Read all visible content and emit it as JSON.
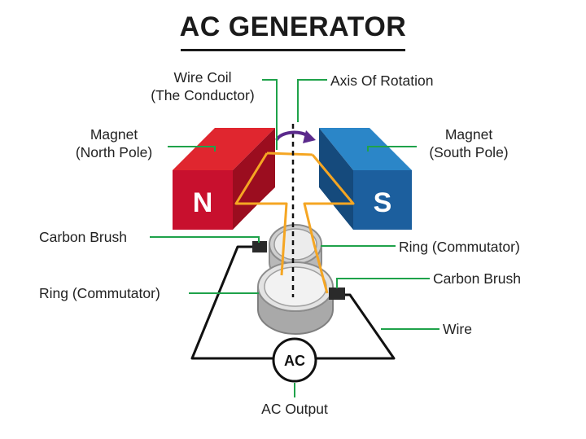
{
  "title": "AC GENERATOR",
  "labels": {
    "wire_coil": [
      "Wire Coil",
      "(The Conductor)"
    ],
    "axis_of_rotation": "Axis Of Rotation",
    "magnet_north": [
      "Magnet",
      "(North Pole)"
    ],
    "magnet_south": [
      "Magnet",
      "(South Pole)"
    ],
    "carbon_brush_left": "Carbon Brush",
    "ring_commutator_right": "Ring (Commutator)",
    "carbon_brush_right": "Carbon Brush",
    "ring_commutator_left": "Ring (Commutator)",
    "wire": "Wire",
    "ac_output": "AC Output"
  },
  "magnet_letters": {
    "north": "N",
    "south": "S"
  },
  "meter_symbol": "AC",
  "colors": {
    "north_front": "#c8102e",
    "north_top": "#e0262f",
    "north_side": "#9b0d1f",
    "south_front": "#1c5f9e",
    "south_top": "#2b86c8",
    "south_side": "#154a7c",
    "coil": "#f5a623",
    "leader": "#1fa24a",
    "ring_light": "#e3e3e3",
    "ring_dark": "#a9a9a9",
    "arrow": "#5b2a8c",
    "text": "#222222"
  }
}
